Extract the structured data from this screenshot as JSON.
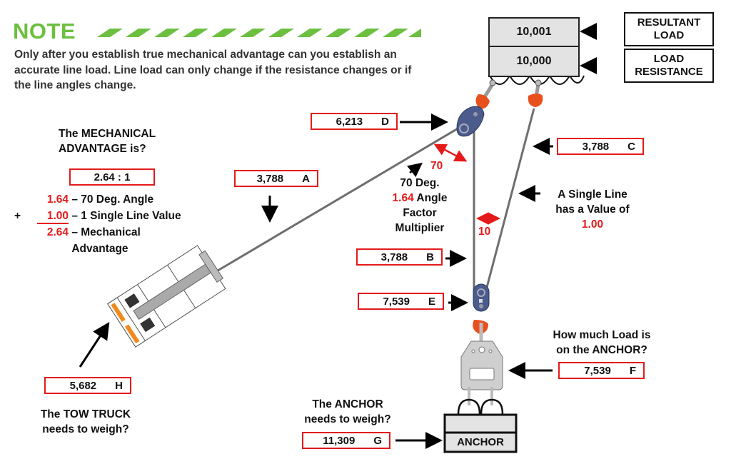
{
  "note": {
    "title": "NOTE",
    "text": "Only after you establish true mechanical advantage can you establish an accurate line load. Line load can only change if the resistance changes or if the line angles change.",
    "accent_color": "#6cbf3f"
  },
  "load": {
    "resultant_value": "10,001",
    "resistance_value": "10,000",
    "resultant_label": "RESULTANT LOAD",
    "resistance_label": "LOAD RESISTANCE"
  },
  "mechanical_advantage": {
    "question": "The MECHANICAL ADVANTAGE is?",
    "answer": "2.64 : 1",
    "rows": [
      {
        "prefix": "",
        "value": "1.64",
        "desc": "– 70 Deg. Angle"
      },
      {
        "prefix": "+",
        "value": "1.00",
        "desc": "– 1 Single Line Value"
      },
      {
        "prefix": "",
        "value": "2.64",
        "desc": "– Mechanical Advantage"
      }
    ]
  },
  "callouts": {
    "A": {
      "value": "3,788",
      "letter": "A"
    },
    "B": {
      "value": "3,788",
      "letter": "B"
    },
    "C": {
      "value": "3,788",
      "letter": "C"
    },
    "D": {
      "value": "6,213",
      "letter": "D"
    },
    "E": {
      "value": "7,539",
      "letter": "E"
    },
    "F": {
      "value": "7,539",
      "letter": "F"
    },
    "G": {
      "value": "11,309",
      "letter": "G"
    },
    "H": {
      "value": "5,682",
      "letter": "H"
    }
  },
  "angle": {
    "angle_label": "70",
    "small_angle_label": "10",
    "line1": "70 Deg.",
    "factor": "1.64",
    "line2": "Angle",
    "line3": "Factor",
    "line4": "Multiplier"
  },
  "single_line": {
    "text1": "A Single Line",
    "text2": "has a Value of",
    "value": "1.00"
  },
  "anchor_question": {
    "line1": "How much Load is",
    "line2": "on the ANCHOR?"
  },
  "anchor_weigh": {
    "line1": "The ANCHOR",
    "line2": "needs to weigh?",
    "anchor_label": "ANCHOR"
  },
  "tow_truck": {
    "line1": "The TOW TRUCK",
    "line2": "needs to weigh?"
  },
  "colors": {
    "callout_border": "#e41a1a",
    "pulley": "#4a5b8c",
    "hook": "#e8501e",
    "rope": "#777777"
  }
}
